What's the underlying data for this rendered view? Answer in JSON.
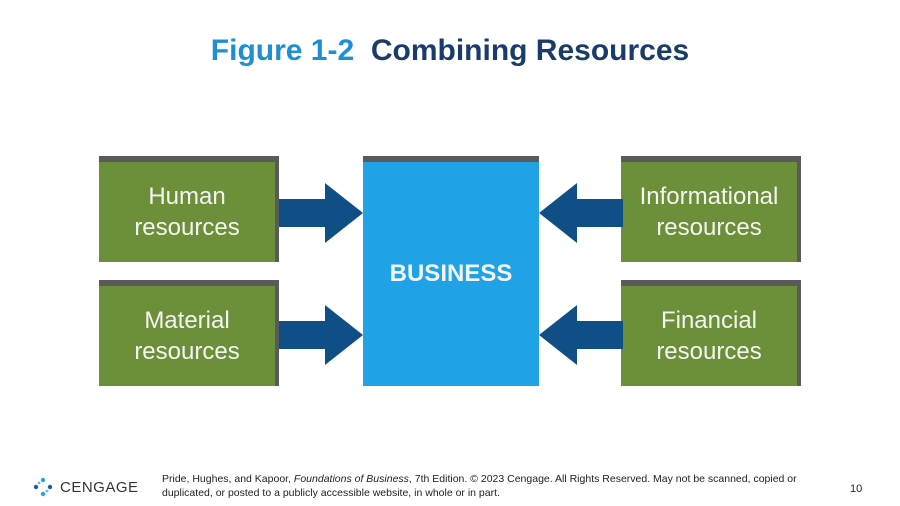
{
  "title": {
    "figure": "Figure 1-2",
    "name": "Combining Resources"
  },
  "diagram": {
    "center": "BUSINESS",
    "resources": [
      {
        "label": "Human\nresources"
      },
      {
        "label": "Informational\nresources"
      },
      {
        "label": "Material\nresources"
      },
      {
        "label": "Financial\nresources"
      }
    ]
  },
  "footer": {
    "logo": "CENGAGE",
    "authors": "Pride, Hughes, and Kapoor, ",
    "book": "Foundations of Business",
    "rest": ", 7th Edition. © 2023 Cengage. All Rights Reserved. May not be scanned, copied or duplicated, or posted to a publicly accessible website, in whole or in part.",
    "page": "10"
  },
  "colors": {
    "resource_box": "#6c8f3a",
    "business_box": "#1fa3e6",
    "arrow": "#0f4f86",
    "title_blue": "#1d8fd3",
    "title_navy": "#1a3c6b"
  }
}
